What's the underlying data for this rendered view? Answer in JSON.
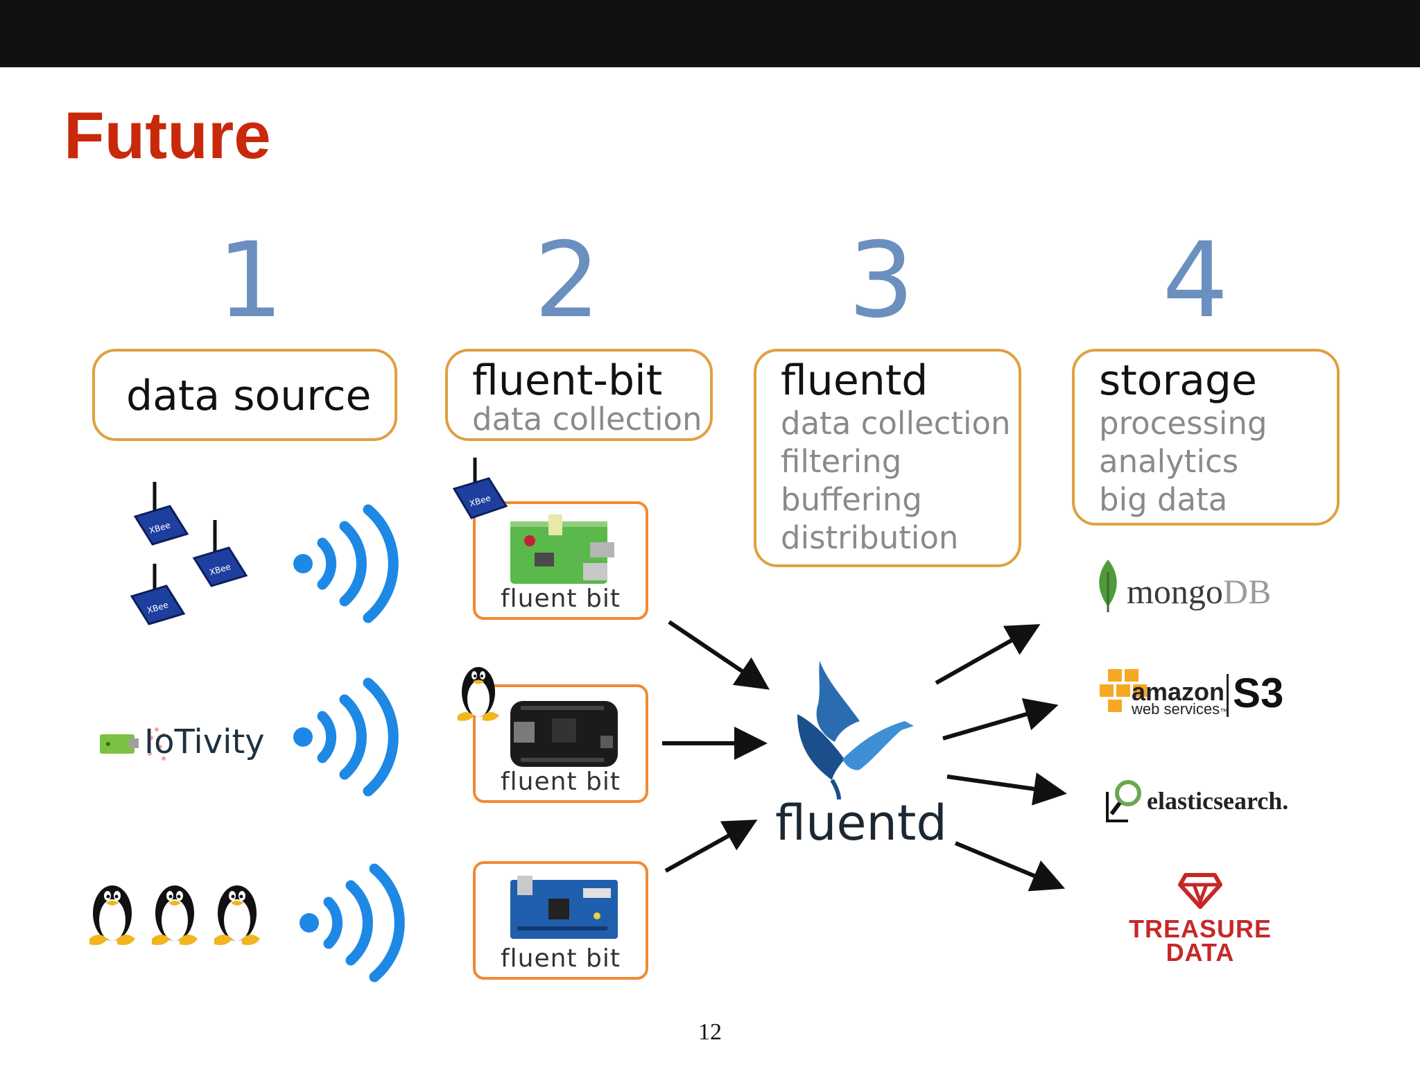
{
  "slide": {
    "title": "Future",
    "page_number": "12"
  },
  "stages": [
    {
      "number": "1",
      "title": "data source",
      "lines": []
    },
    {
      "number": "2",
      "title": "fluent-bit",
      "lines": [
        "data collection"
      ]
    },
    {
      "number": "3",
      "title": "fluentd",
      "lines": [
        "data collection",
        "filtering",
        "buffering",
        "distribution"
      ]
    },
    {
      "number": "4",
      "title": "storage",
      "lines": [
        "processing",
        "analytics",
        "big data"
      ]
    }
  ],
  "devices": [
    {
      "label": "fluent bit",
      "board": "raspberry-pi",
      "attachment": "xbee-module"
    },
    {
      "label": "fluent bit",
      "board": "beaglebone",
      "attachment": "linux-penguin"
    },
    {
      "label": "fluent bit",
      "board": "intel-edison",
      "attachment": ""
    }
  ],
  "sources": {
    "iotivity_label": "IoTivity"
  },
  "hub": {
    "label": "fluentd"
  },
  "destinations": {
    "mongodb": {
      "part1": "mongo",
      "part2": "DB"
    },
    "aws": {
      "line1": "amazon",
      "line2": "web services",
      "tm": "™",
      "s3": "S3"
    },
    "elasticsearch": "elasticsearch.",
    "treasure": {
      "line1": "TREASURE",
      "line2": "DATA"
    }
  },
  "colors": {
    "title": "#c8290b",
    "numbers": "#6b8fbf",
    "box_border": "#e0a040",
    "device_border": "#f08a35",
    "wifi": "#1e88e5",
    "treasure": "#c62828"
  }
}
